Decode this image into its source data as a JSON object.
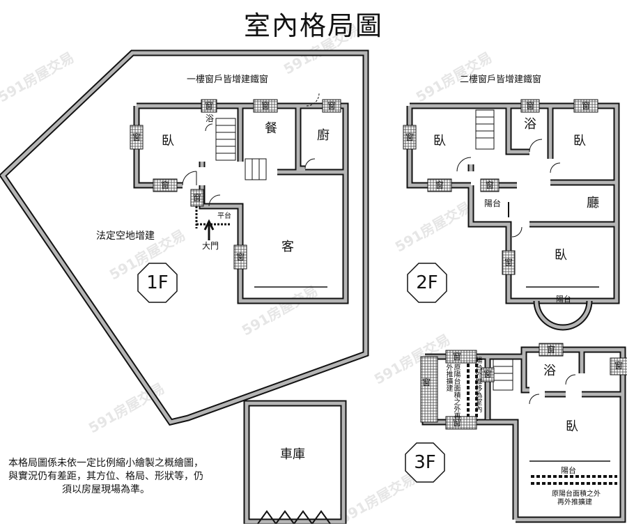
{
  "title": "室內格局圖",
  "watermark": "591房屋交易",
  "floor1": {
    "label": "1F",
    "window_note": "一樓窗戶皆增建鐵窗",
    "outdoor_label": "法定空地增建",
    "rooms": {
      "bedroom": "臥",
      "bath": "浴",
      "dining": "餐",
      "kitchen": "廚",
      "living": "客",
      "platform": "平台",
      "entrance": "大門"
    }
  },
  "floor2": {
    "label": "2F",
    "window_note": "二樓窗戶皆增建鐵窗",
    "rooms": {
      "bedroom_left": "臥",
      "bath": "浴",
      "bedroom_right": "臥",
      "balcony_mid": "陽台",
      "hall": "廳",
      "bedroom_bottom": "臥",
      "balcony_bottom": "陽台"
    }
  },
  "floor3": {
    "label": "3F",
    "rooms": {
      "bath": "浴",
      "bedroom": "臥",
      "balcony": "陽台"
    },
    "note_left": "原陽台面積之外再外推擴建",
    "note_mid": "陽台外推移為室內",
    "note_bottom_line1": "原陽台面積之外",
    "note_bottom_line2": "再外推擴建"
  },
  "garage": {
    "label": "車庫"
  },
  "window_label": "窗",
  "disclaimer": "本格局圖係未依一定比例縮小繪製之概繪圖，與實況仍有差距，其方位、格局、形狀等，仍須以房屋現場為準。"
}
